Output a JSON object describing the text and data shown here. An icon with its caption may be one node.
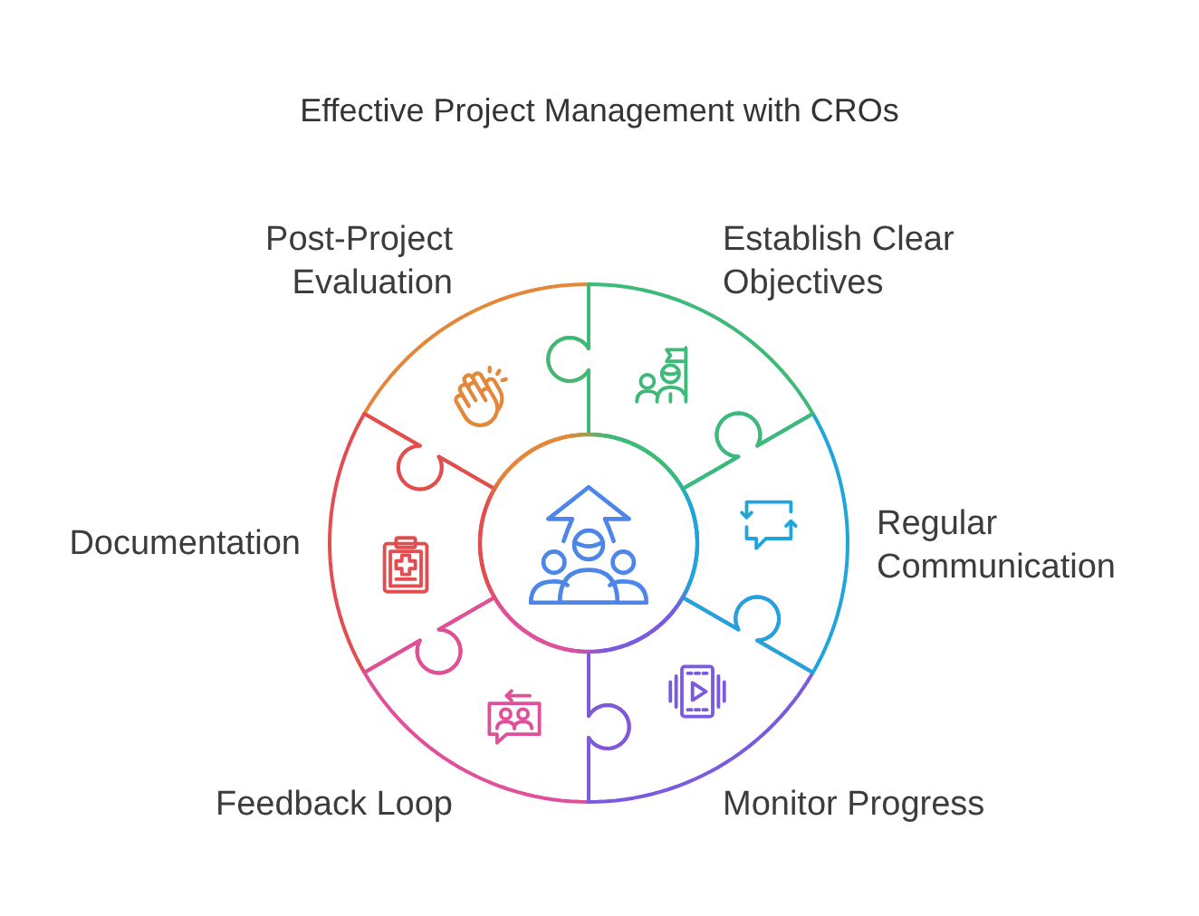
{
  "diagram": {
    "title": "Effective Project Management with CROs",
    "nodes": [
      {
        "text": [
          "Establish Clear Objectives"
        ]
      },
      {
        "text": [
          "Regular Communication"
        ]
      },
      {
        "text": [
          "Monitor Progress"
        ]
      },
      {
        "text": [
          "Feedback Loop"
        ]
      },
      {
        "text": [
          "Documentation"
        ]
      },
      {
        "text": [
          "Post-Project Evaluation"
        ]
      },
      {
        "text": [],
        "shape": "circle"
      }
    ]
  }
}
